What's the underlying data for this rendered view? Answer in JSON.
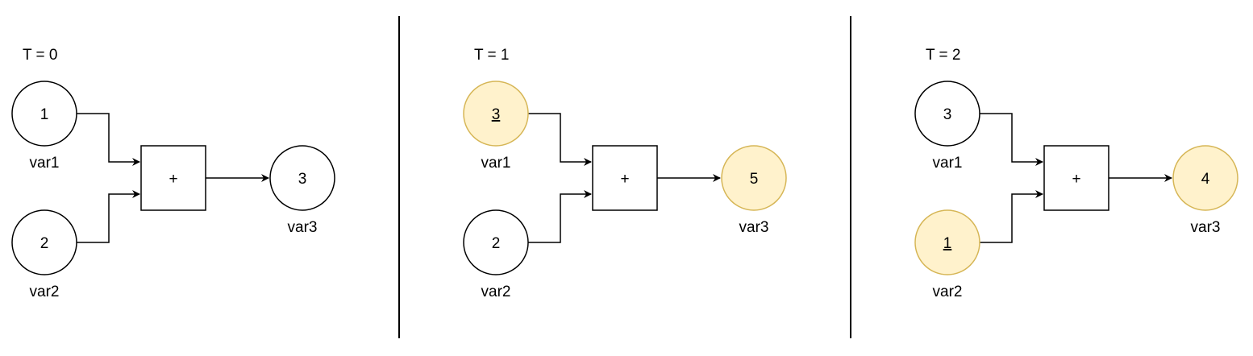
{
  "colors": {
    "highlight_fill": "#fff2cc",
    "highlight_stroke": "#d6b656",
    "normal_fill": "#ffffff",
    "stroke": "#000000"
  },
  "panels": [
    {
      "time_label": "T = 0",
      "operator": "+",
      "var1": {
        "value": "1",
        "label": "var1",
        "highlighted": false,
        "underlined": false
      },
      "var2": {
        "value": "2",
        "label": "var2",
        "highlighted": false,
        "underlined": false
      },
      "var3": {
        "value": "3",
        "label": "var3",
        "highlighted": false,
        "underlined": false
      }
    },
    {
      "time_label": "T = 1",
      "operator": "+",
      "var1": {
        "value": "3",
        "label": "var1",
        "highlighted": true,
        "underlined": true
      },
      "var2": {
        "value": "2",
        "label": "var2",
        "highlighted": false,
        "underlined": false
      },
      "var3": {
        "value": "5",
        "label": "var3",
        "highlighted": true,
        "underlined": false
      }
    },
    {
      "time_label": "T = 2",
      "operator": "+",
      "var1": {
        "value": "3",
        "label": "var1",
        "highlighted": false,
        "underlined": false
      },
      "var2": {
        "value": "1",
        "label": "var2",
        "highlighted": true,
        "underlined": true
      },
      "var3": {
        "value": "4",
        "label": "var3",
        "highlighted": true,
        "underlined": false
      }
    }
  ]
}
